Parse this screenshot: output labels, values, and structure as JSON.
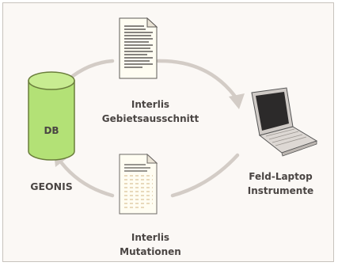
{
  "database": {
    "label": "DB",
    "name": "GEONIS"
  },
  "top_document": {
    "line1": "Interlis",
    "line2": "Gebietsausschnitt"
  },
  "bottom_document": {
    "line1": "Interlis",
    "line2": "Mutationen"
  },
  "laptop": {
    "line1": "Feld-Laptop",
    "line2": "Instrumente"
  },
  "colors": {
    "database_green": "#b3e176",
    "database_outline": "#6a7d3b",
    "arrow": "#d3ccc6",
    "document_fill": "#fffdf2",
    "laptop_screen": "#2c2a2a"
  }
}
